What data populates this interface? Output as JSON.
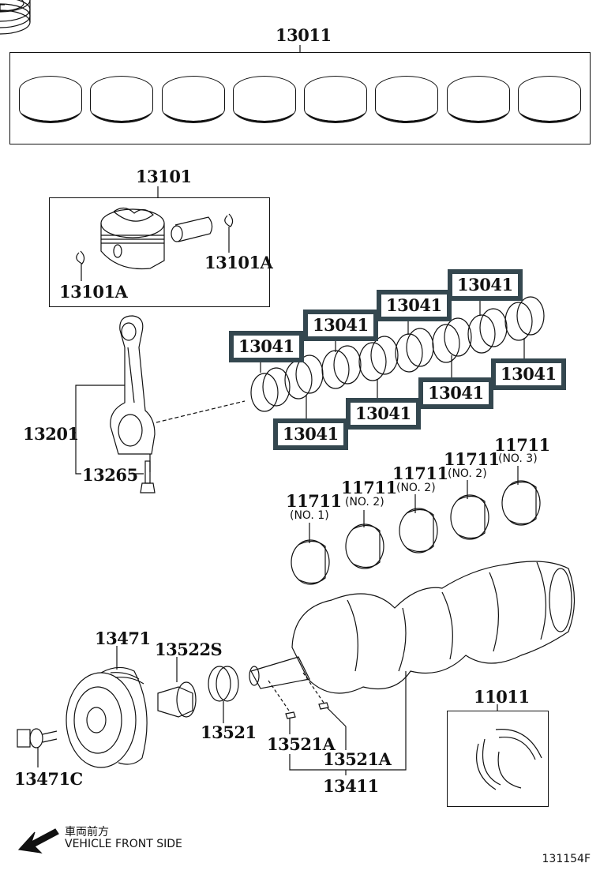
{
  "diagram": {
    "title": "Crankshaft & Piston Parts Diagram",
    "reference_code": "131154F",
    "direction_legend": {
      "icon": "arrow-down-left-icon",
      "label_jp": "車両前方",
      "label_en": "VEHICLE FRONT SIDE"
    },
    "highlight_color": "#34474f",
    "parts": {
      "piston_ring_set": {
        "number": "13011",
        "quantity_shown": 8
      },
      "piston": {
        "number": "13101"
      },
      "piston_pin_snap_ring_right": {
        "number": "13101A"
      },
      "piston_pin_snap_ring_left": {
        "number": "13101A"
      },
      "connecting_rod": {
        "number": "13201"
      },
      "connecting_rod_bolt": {
        "number": "13265"
      },
      "connecting_rod_bearings": [
        {
          "number": "13041",
          "highlighted": true
        },
        {
          "number": "13041",
          "highlighted": true
        },
        {
          "number": "13041",
          "highlighted": true
        },
        {
          "number": "13041",
          "highlighted": true
        },
        {
          "number": "13041",
          "highlighted": true
        },
        {
          "number": "13041",
          "highlighted": true
        },
        {
          "number": "13041",
          "highlighted": true
        },
        {
          "number": "13041",
          "highlighted": true
        }
      ],
      "crankshaft_bearings": [
        {
          "number": "11711",
          "note": "(NO. 1)"
        },
        {
          "number": "11711",
          "note": "(NO. 2)"
        },
        {
          "number": "11711",
          "note": "(NO. 2)"
        },
        {
          "number": "11711",
          "note": "(NO. 2)"
        },
        {
          "number": "11711",
          "note": "(NO. 3)"
        }
      ],
      "crankshaft": {
        "number": "13411"
      },
      "crankshaft_key_left": {
        "number": "13521A"
      },
      "crankshaft_key_right": {
        "number": "13521A"
      },
      "crankshaft_pulley": {
        "number": "13471"
      },
      "pulley_bolt": {
        "number": "13471C"
      },
      "timing_gear_sprocket": {
        "number": "13522S"
      },
      "crankshaft_timing_gear": {
        "number": "13521"
      },
      "thrust_washer_set": {
        "number": "11011"
      }
    }
  }
}
